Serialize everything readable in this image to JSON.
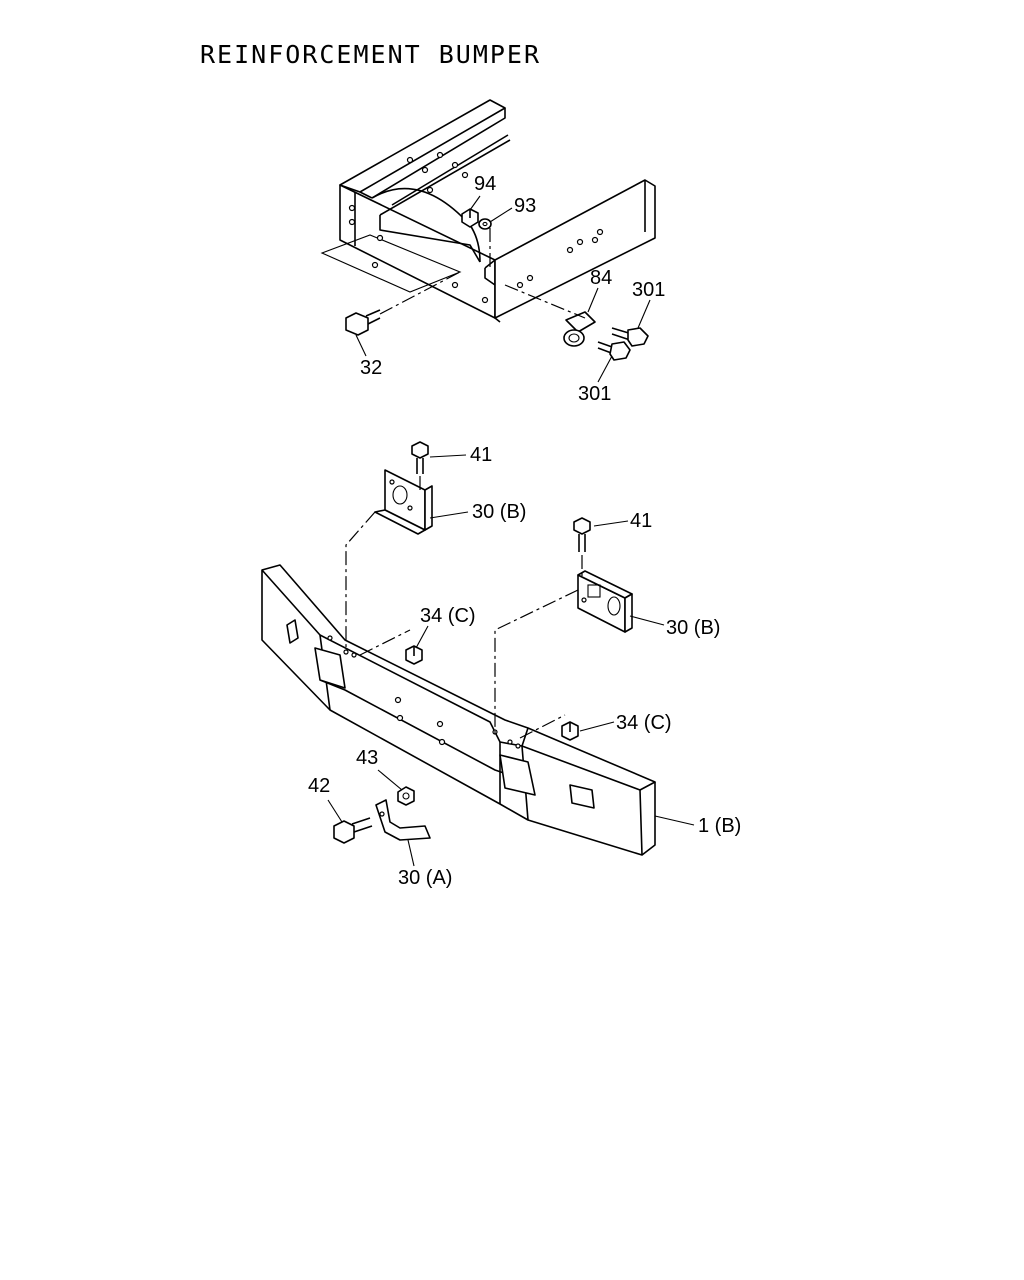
{
  "title": "REINFORCEMENT BUMPER",
  "callouts": {
    "c94": "94",
    "c93": "93",
    "c84": "84",
    "c301a": "301",
    "c301b": "301",
    "c32": "32",
    "c41a": "41",
    "c41b": "41",
    "c30Ba": "30 (B)",
    "c30Bb": "30 (B)",
    "c34Ca": "34 (C)",
    "c34Cb": "34 (C)",
    "c43": "43",
    "c42": "42",
    "c30A": "30 (A)",
    "c1B": "1 (B)"
  }
}
